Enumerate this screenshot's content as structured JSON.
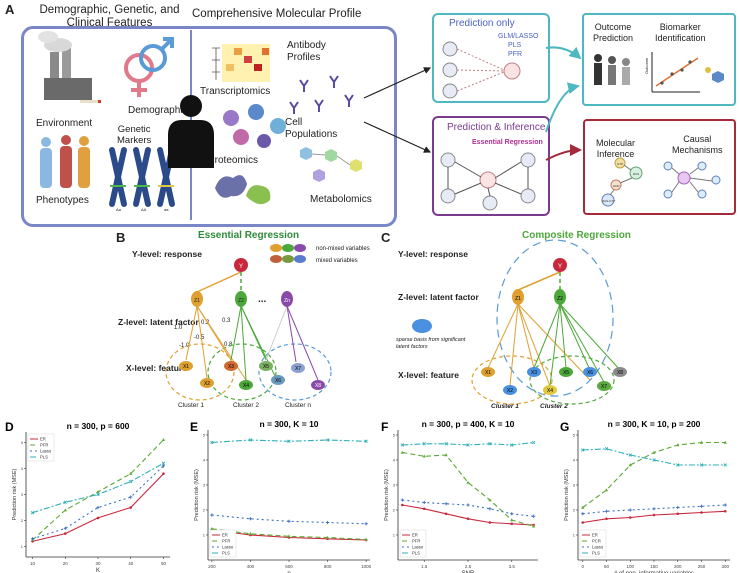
{
  "panel_a": {
    "letter": "A",
    "heading_left": "Demographic, Genetic, and\nClinical Features",
    "heading_right": "Comprehensive Molecular Profile",
    "features": {
      "environment": "Environment",
      "demographics": "Demographics",
      "genetic_markers": "Genetic\nMarkers",
      "phenotypes": "Phenotypes",
      "genotypes": [
        "Aa",
        "AA",
        "aa"
      ]
    },
    "molecular": {
      "antibody": "Antibody\nProfiles",
      "transcriptomics": "Transcriptomics",
      "cell_populations": "Cell\nPopulations",
      "proteomics": "Proteomics",
      "metabolomics": "Metabolomics"
    },
    "prediction_only": {
      "title": "Prediction only",
      "methods": [
        "GLM/LASSO",
        "PLS",
        "PFR"
      ],
      "node": "Y"
    },
    "prediction_inference": {
      "title": "Prediction & Inference",
      "subtitle": "Essential Regression",
      "node": "Y"
    },
    "outcome_box": {
      "outcome_prediction": "Outcome\nPrediction",
      "biomarker": "Biomarker\nIdentification",
      "axis": "Outcome"
    },
    "inference_box": {
      "molecular_inference": "Molecular\nInference",
      "causal": "Causal\nMechanisms",
      "nodes": [
        "GTP",
        "RAS",
        "GDP",
        "RAS-GTP"
      ]
    }
  },
  "panel_b": {
    "letter": "B",
    "title": "Essential Regression",
    "y_level": "Y-level:  response",
    "z_level": "Z-level:  latent factor",
    "x_level": "X-level:  feature",
    "legend_non_mixed": "non-mixed variables",
    "legend_mixed": "mixed variables",
    "weights": [
      "1.0",
      "0.2",
      "-0.5",
      "0.3",
      "-1.0",
      "0.8"
    ],
    "ellipsis": "...",
    "clusters": [
      "Cluster 1",
      "Cluster 2",
      "Cluster n"
    ],
    "y_node": "Y",
    "z_nodes": [
      "Z1",
      "Z2",
      "Zn"
    ],
    "x_nodes": [
      "X1",
      "X2",
      "X3",
      "X4",
      "X5",
      "X6",
      "X7",
      "X8"
    ]
  },
  "panel_c": {
    "letter": "C",
    "title": "Composite Regression",
    "y_level": "Y-level:  response",
    "z_level": "Z-level:  latent factor",
    "x_level": "X-level:  feature",
    "sparse_note": "sparse basis from significant\nlatent factors",
    "clusters": [
      "Cluster 1",
      "Cluster 2"
    ],
    "y_node": "Y",
    "z_nodes": [
      "Z1",
      "Z2"
    ],
    "x_nodes": [
      "X1",
      "X2",
      "X3",
      "X4",
      "X5",
      "X6",
      "X7",
      "X8"
    ]
  },
  "colors": {
    "ER": "#c8283c",
    "PFR": "#5aa832",
    "Lasso": "#3b6fc4",
    "PLS": "#2fb0b8",
    "panel_border": "#7b86c6",
    "teal": "#4db8c0",
    "purple": "#7a3b8f",
    "maroon": "#a52a3a",
    "er_title": "#2e8b3a",
    "cr_title": "#4ca83a"
  },
  "chart_data": [
    {
      "letter": "D",
      "type": "line",
      "title": "n = 300, p = 600",
      "xlabel": "K",
      "ylabel": "Prediction risk (MSE)",
      "x": [
        10,
        20,
        30,
        40,
        50
      ],
      "xlim": [
        8,
        52
      ],
      "ylim": [
        0.6,
        5.4
      ],
      "yticks": [
        1,
        2,
        3,
        4,
        5
      ],
      "legend_pos": "top-left",
      "series": [
        {
          "name": "ER",
          "key": "ER",
          "dash": "",
          "values": [
            1.2,
            1.5,
            2.1,
            2.5,
            3.8
          ]
        },
        {
          "name": "PFR",
          "key": "PFR",
          "dash": "5,3",
          "values": [
            1.25,
            2.4,
            3.1,
            3.8,
            5.1
          ]
        },
        {
          "name": "Lasso",
          "key": "Lasso",
          "dash": "2,3",
          "values": [
            1.3,
            1.7,
            2.5,
            2.9,
            4.1
          ]
        },
        {
          "name": "PLS",
          "key": "PLS",
          "dash": "6,2,2,2",
          "values": [
            2.3,
            2.7,
            3.0,
            3.5,
            4.2
          ]
        }
      ]
    },
    {
      "letter": "E",
      "type": "line",
      "title": "n = 300, K = 10",
      "xlabel": "p",
      "ylabel": "Prediction risk (MSE)",
      "x": [
        200,
        400,
        600,
        800,
        1000
      ],
      "xlim": [
        180,
        1020
      ],
      "ylim": [
        0,
        5.2
      ],
      "yticks": [
        1,
        2,
        3,
        4,
        5
      ],
      "legend_pos": "bottom-left",
      "series": [
        {
          "name": "ER",
          "key": "ER",
          "dash": "",
          "values": [
            1.2,
            1.0,
            0.9,
            0.85,
            0.8
          ]
        },
        {
          "name": "PFR",
          "key": "PFR",
          "dash": "5,3",
          "values": [
            1.25,
            1.05,
            0.95,
            0.9,
            0.82
          ]
        },
        {
          "name": "Lasso",
          "key": "Lasso",
          "dash": "2,3",
          "values": [
            1.8,
            1.65,
            1.55,
            1.5,
            1.45
          ]
        },
        {
          "name": "PLS",
          "key": "PLS",
          "dash": "6,2,2,2",
          "values": [
            4.7,
            4.8,
            4.75,
            4.8,
            4.75
          ]
        }
      ]
    },
    {
      "letter": "F",
      "type": "line",
      "title": "n = 300, p = 400, K = 10",
      "xlabel": "SNR",
      "ylabel": "Prediction risk (MSE)",
      "x": [
        1.0,
        1.5,
        2.0,
        2.5,
        3.0,
        3.5,
        4.0
      ],
      "xlim": [
        0.9,
        4.1
      ],
      "xticks": [
        1.5,
        2.5,
        3.5
      ],
      "ylim": [
        0,
        5.2
      ],
      "yticks": [
        1,
        2,
        3,
        4,
        5
      ],
      "legend_pos": "bottom-left",
      "series": [
        {
          "name": "ER",
          "key": "ER",
          "dash": "",
          "values": [
            2.2,
            2.05,
            1.85,
            1.65,
            1.5,
            1.45,
            1.4
          ]
        },
        {
          "name": "PFR",
          "key": "PFR",
          "dash": "5,3",
          "values": [
            4.3,
            4.15,
            4.2,
            3.1,
            2.4,
            1.6,
            1.35
          ]
        },
        {
          "name": "Lasso",
          "key": "Lasso",
          "dash": "2,3",
          "values": [
            2.4,
            2.3,
            2.25,
            2.2,
            2.05,
            1.85,
            1.75
          ]
        },
        {
          "name": "PLS",
          "key": "PLS",
          "dash": "6,2,2,2",
          "values": [
            4.6,
            4.65,
            4.65,
            4.6,
            4.65,
            4.6,
            4.7
          ]
        }
      ]
    },
    {
      "letter": "G",
      "type": "line",
      "title": "n = 300, K = 10, p = 200",
      "xlabel": "# of non–informative variables",
      "ylabel": "Prediction risk (MSE)",
      "x": [
        0,
        50,
        100,
        150,
        200,
        250,
        300
      ],
      "xlim": [
        -10,
        310
      ],
      "ylim": [
        0,
        5.2
      ],
      "yticks": [
        1,
        2,
        3,
        4,
        5
      ],
      "legend_pos": "bottom-left",
      "series": [
        {
          "name": "ER",
          "key": "ER",
          "dash": "",
          "values": [
            1.5,
            1.65,
            1.7,
            1.8,
            1.85,
            1.9,
            1.95
          ]
        },
        {
          "name": "PCR",
          "key": "PFR",
          "dash": "5,3",
          "values": [
            2.1,
            2.8,
            3.8,
            4.3,
            4.6,
            4.7,
            4.7
          ]
        },
        {
          "name": "Lasso",
          "key": "Lasso",
          "dash": "2,3",
          "values": [
            1.85,
            1.95,
            2.0,
            2.05,
            2.1,
            2.15,
            2.2
          ]
        },
        {
          "name": "PLS",
          "key": "PLS",
          "dash": "6,2,2,2",
          "values": [
            4.4,
            4.45,
            4.2,
            4.0,
            3.8,
            3.8,
            3.8
          ]
        }
      ]
    }
  ]
}
